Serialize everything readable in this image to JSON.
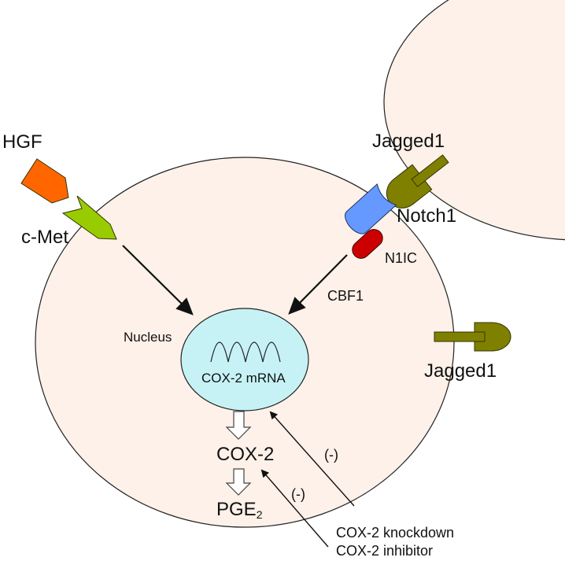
{
  "diagram": {
    "title": "HGF/c-Met and Jagged1/Notch1 signaling to COX-2",
    "colors": {
      "cell_fill": "#fdf1e9",
      "cell_stroke": "#222222",
      "nucleus_fill": "#c6f2f6",
      "hgf": "#ff6600",
      "cmet": "#99cc00",
      "notch1": "#6699ff",
      "n1ic": "#cc0000",
      "jagged1": "#808000",
      "arrow": "#111111"
    },
    "labels": {
      "hgf": "HGF",
      "cmet": "c-Met",
      "jagged1_top": "Jagged1",
      "notch1": "Notch1",
      "n1ic": "N1IC",
      "cbf1": "CBF1",
      "nucleus": "Nucleus",
      "cox2_mrna": "COX-2 mRNA",
      "jagged1_right": "Jagged1",
      "cox2": "COX-2",
      "pge": "PGE",
      "pge_subscript": "2",
      "inhibit_1": "(-)",
      "inhibit_2": "(-)",
      "cox2_knockdown": "COX-2 knockdown",
      "cox2_inhibitor": "COX-2 inhibitor"
    },
    "nodes": [
      {
        "id": "hgf",
        "label": "HGF",
        "type": "ligand"
      },
      {
        "id": "cmet",
        "label": "c-Met",
        "type": "receptor"
      },
      {
        "id": "jagged1_neighbor",
        "label": "Jagged1",
        "type": "ligand"
      },
      {
        "id": "notch1",
        "label": "Notch1",
        "type": "receptor"
      },
      {
        "id": "n1ic",
        "label": "N1IC",
        "type": "intracellular domain"
      },
      {
        "id": "nucleus",
        "label": "Nucleus",
        "type": "compartment"
      },
      {
        "id": "cox2_mrna",
        "label": "COX-2 mRNA",
        "type": "transcript"
      },
      {
        "id": "cox2",
        "label": "COX-2",
        "type": "protein"
      },
      {
        "id": "pge2",
        "label": "PGE2",
        "type": "product"
      },
      {
        "id": "jagged1_cell",
        "label": "Jagged1",
        "type": "ligand"
      },
      {
        "id": "cox2_knockdown",
        "label": "COX-2 knockdown",
        "type": "intervention"
      },
      {
        "id": "cox2_inhibitor",
        "label": "COX-2 inhibitor",
        "type": "intervention"
      }
    ],
    "edges": [
      {
        "from": "cmet",
        "to": "nucleus",
        "kind": "activation"
      },
      {
        "from": "n1ic",
        "to": "nucleus",
        "kind": "activation",
        "label": "CBF1"
      },
      {
        "from": "cox2_mrna",
        "to": "cox2",
        "kind": "translation"
      },
      {
        "from": "cox2",
        "to": "pge2",
        "kind": "synthesis"
      },
      {
        "from": "cox2_knockdown",
        "to": "cox2_mrna",
        "kind": "inhibition",
        "label": "(-)"
      },
      {
        "from": "cox2_inhibitor",
        "to": "cox2",
        "kind": "inhibition",
        "label": "(-)"
      }
    ]
  }
}
